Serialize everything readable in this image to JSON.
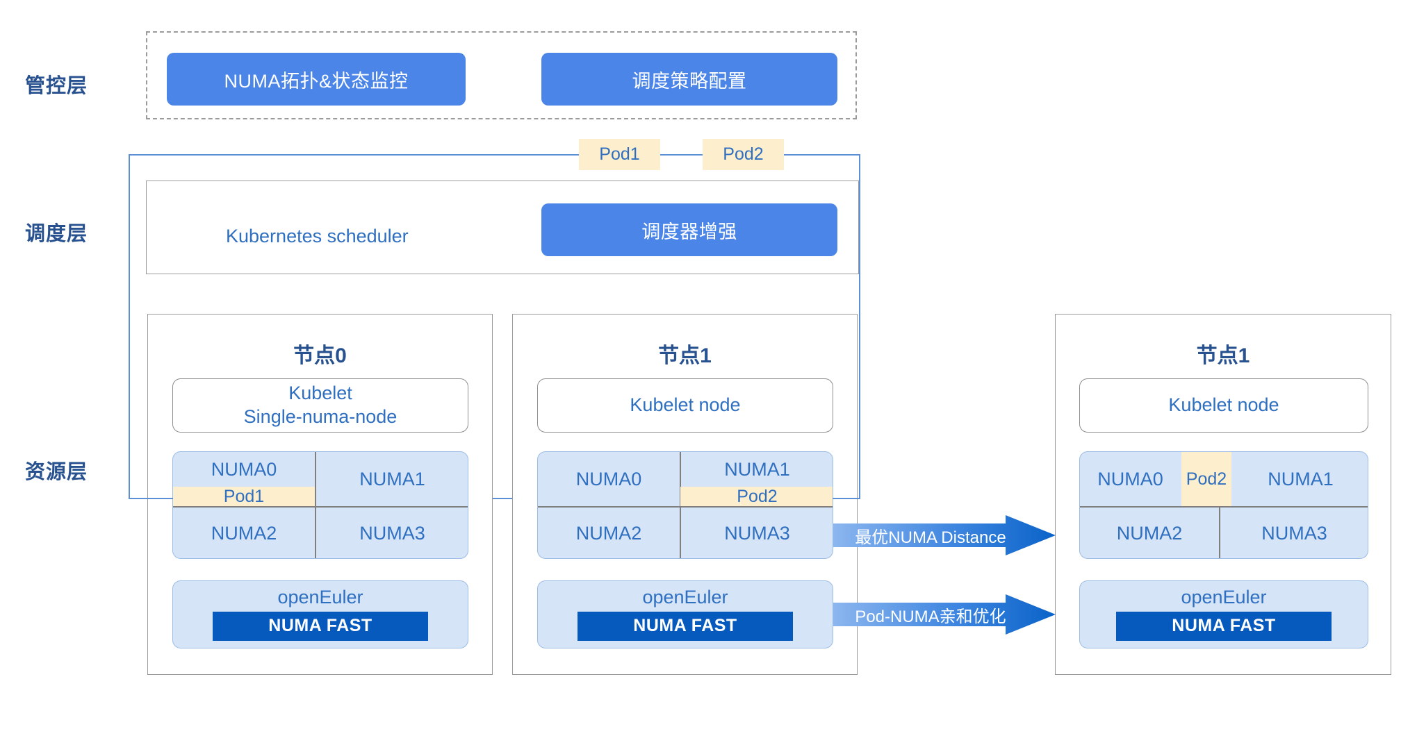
{
  "layers": [
    {
      "name": "management",
      "label": "管控层"
    },
    {
      "name": "scheduling",
      "label": "调度层"
    },
    {
      "name": "resource",
      "label": "资源层"
    }
  ],
  "management": {
    "boxes": [
      {
        "label": "NUMA拓扑&状态监控"
      },
      {
        "label": "调度策略配置"
      }
    ]
  },
  "scheduling": {
    "pods": [
      {
        "label": "Pod1"
      },
      {
        "label": "Pod2"
      }
    ],
    "scheduler_label": "Kubernetes  scheduler",
    "enhancement_label": "调度器增强"
  },
  "nodes": [
    {
      "title": "节点0",
      "kubelet_line1": "Kubelet",
      "kubelet_line2": "Single-numa-node",
      "numa": [
        "NUMA0",
        "NUMA1",
        "NUMA2",
        "NUMA3"
      ],
      "pod": "Pod1",
      "os_name": "openEuler",
      "os_feature": "NUMA FAST"
    },
    {
      "title": "节点1",
      "kubelet_line1": "Kubelet node",
      "kubelet_line2": "",
      "numa": [
        "NUMA0",
        "NUMA1",
        "NUMA2",
        "NUMA3"
      ],
      "pod": "Pod2",
      "os_name": "openEuler",
      "os_feature": "NUMA FAST"
    },
    {
      "title": "节点1",
      "kubelet_line1": "Kubelet node",
      "kubelet_line2": "",
      "numa": [
        "NUMA0",
        "NUMA1",
        "NUMA2",
        "NUMA3"
      ],
      "pod": "Pod2",
      "os_name": "openEuler",
      "os_feature": "NUMA FAST"
    }
  ],
  "arrows": [
    {
      "label": "最优NUMA Distance"
    },
    {
      "label": "Pod-NUMA亲和优化"
    }
  ],
  "colors": {
    "accent_blue": "#4b85e8",
    "deep_blue": "#0659bd",
    "light_blue_fill": "#d6e4f7",
    "pod_yellow": "#fdeecd",
    "text_blue": "#2f6fc0",
    "title_blue": "#27518f"
  }
}
